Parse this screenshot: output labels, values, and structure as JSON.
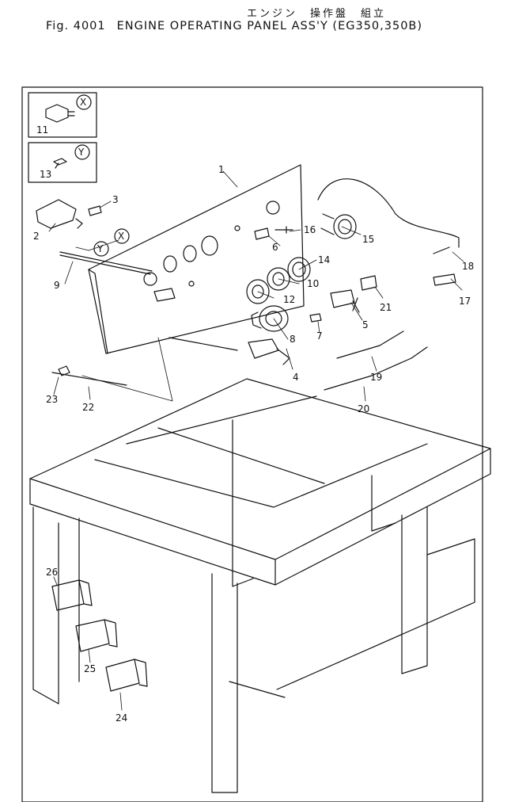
{
  "header": {
    "title_jp": "エンジン　操作盤　組立",
    "fig_label": "Fig. 4001",
    "title_en": "ENGINE OPERATING PANEL ASS'Y (EG350,350B)"
  },
  "variants": {
    "x_label": "X",
    "y_label": "Y"
  },
  "callouts": {
    "p1": "1",
    "p2": "2",
    "p3": "3",
    "p4": "4",
    "p5": "5",
    "p6": "6",
    "p7": "7",
    "p8": "8",
    "p9": "9",
    "p10": "10",
    "p11": "11",
    "p12": "12",
    "p13": "13",
    "p14": "14",
    "p15": "15",
    "p16": "16",
    "p17": "17",
    "p18": "18",
    "p19": "19",
    "p20": "20",
    "p21": "21",
    "p22": "22",
    "p23": "23",
    "p24": "24",
    "p25": "25",
    "p26": "26"
  }
}
